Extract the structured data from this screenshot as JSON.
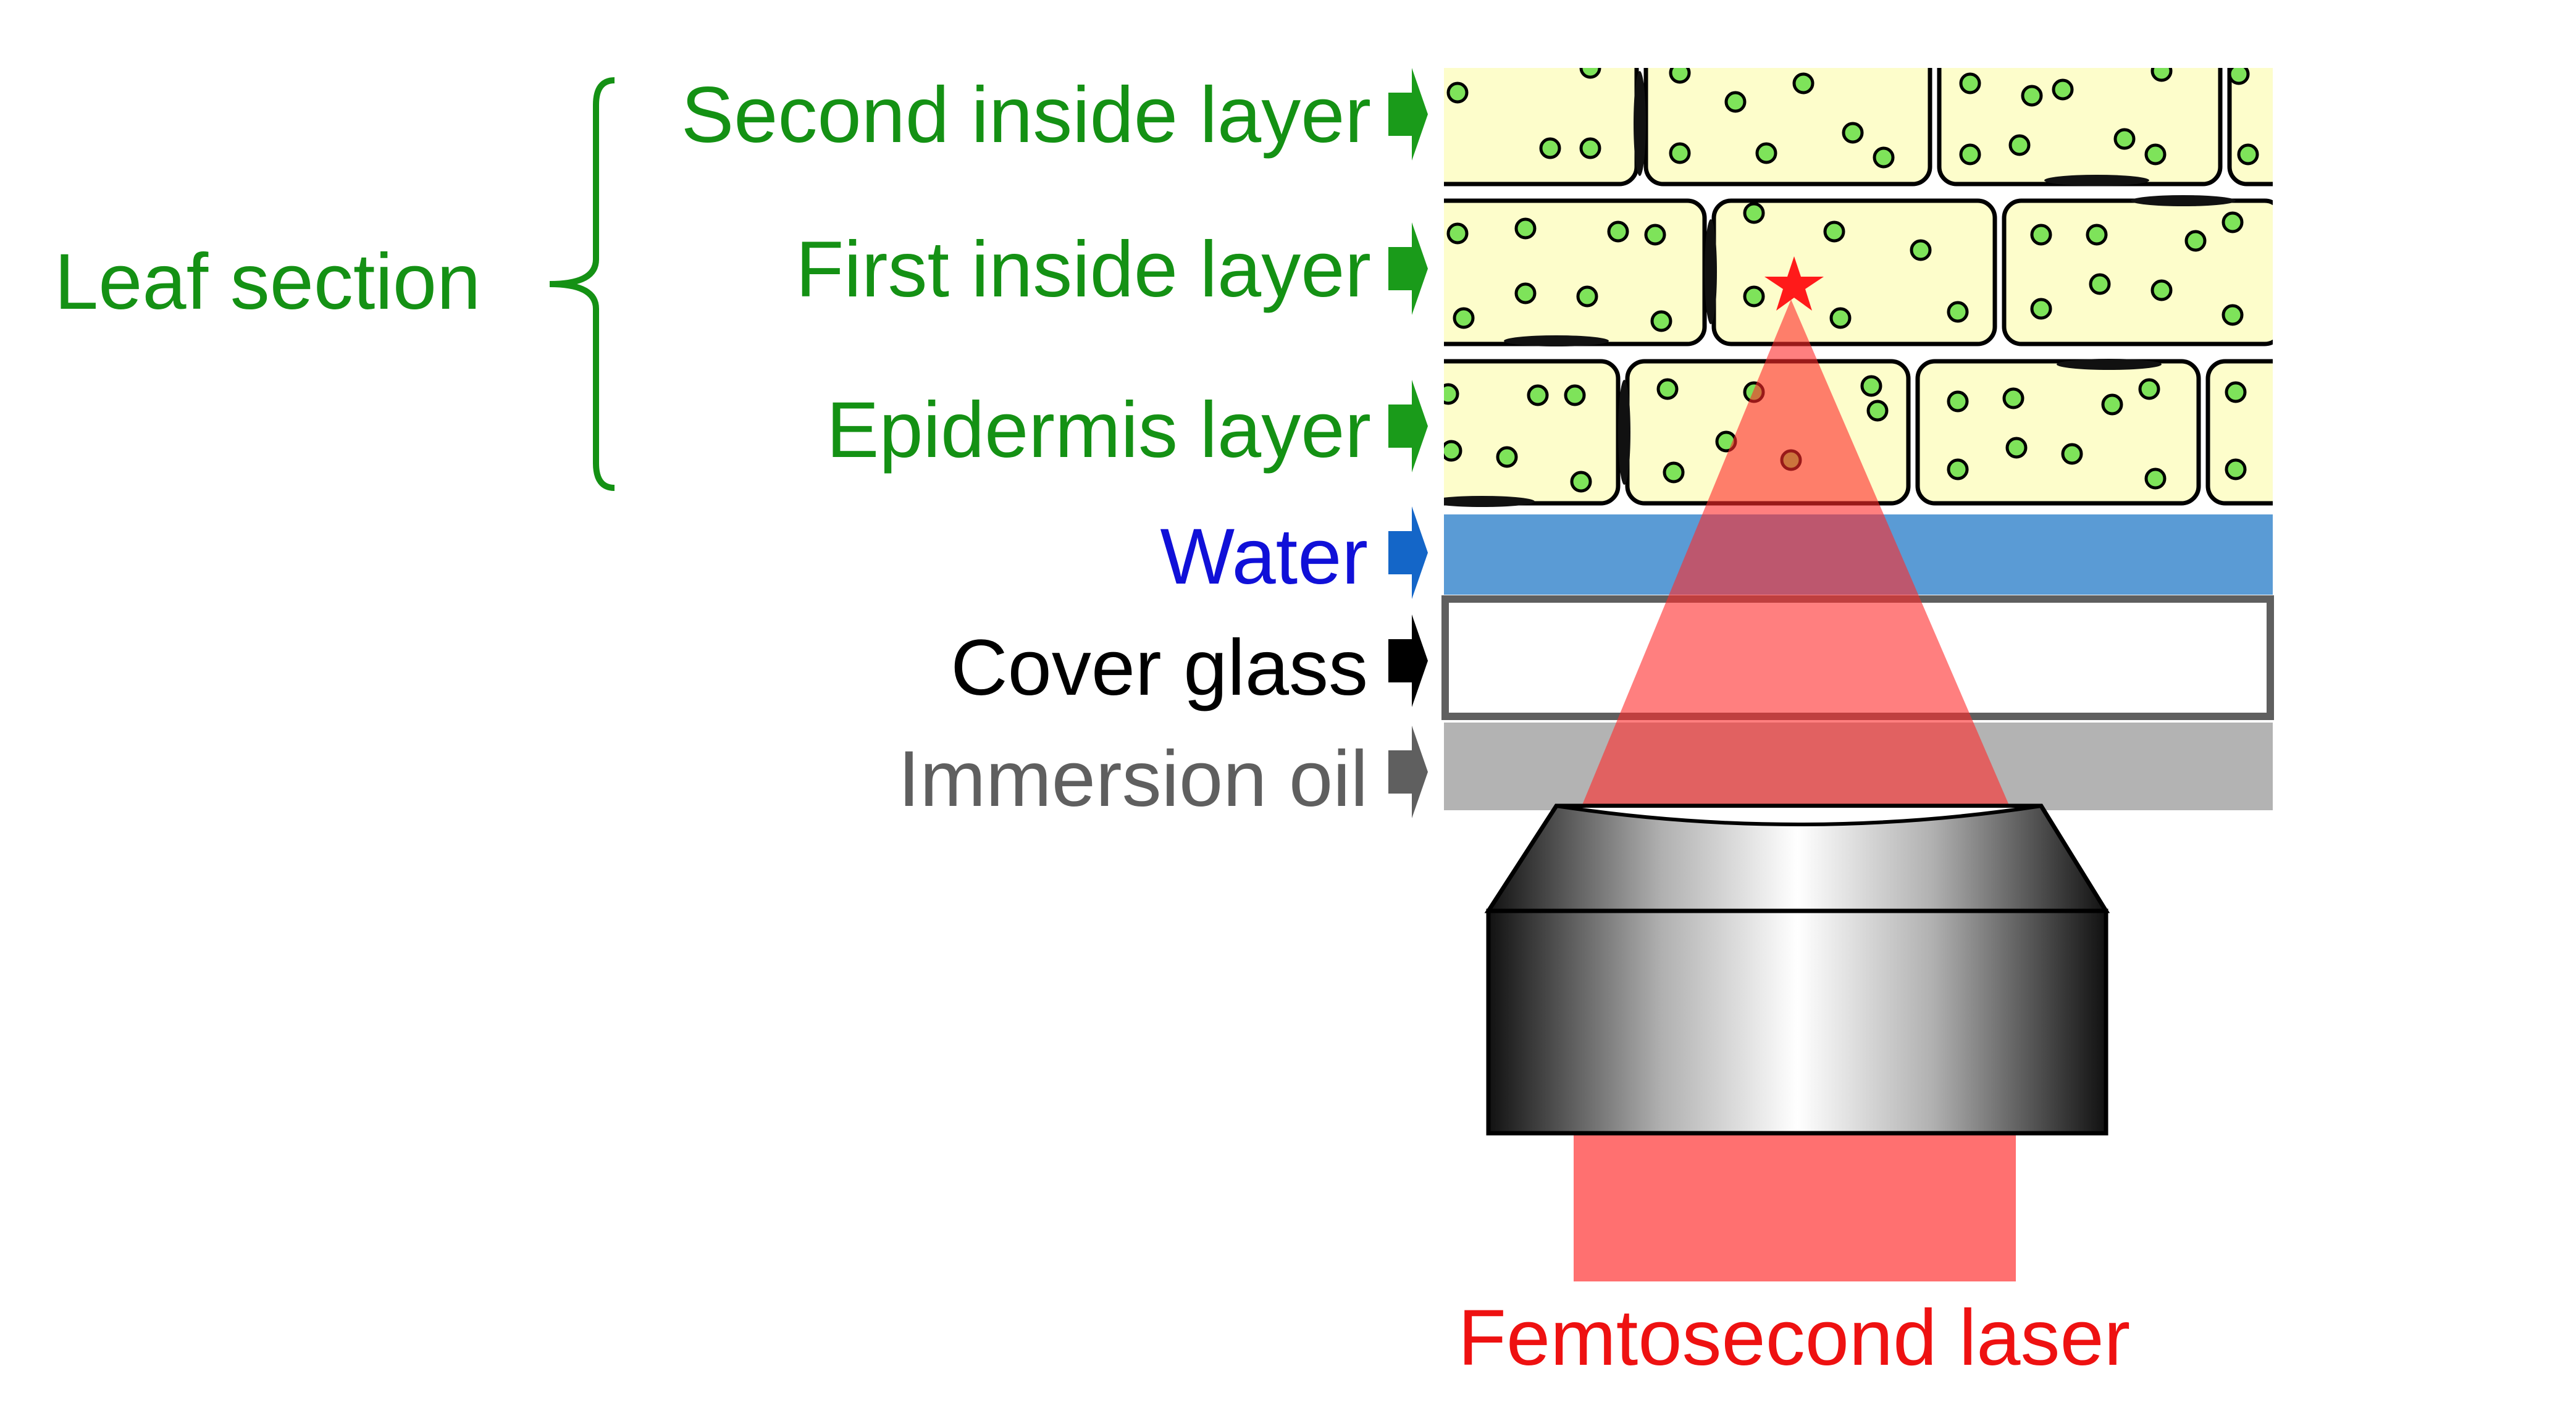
{
  "labels": {
    "leaf_section": "Leaf section",
    "second_inside_layer": "Second inside layer",
    "first_inside_layer": "First inside layer",
    "epidermis_layer": "Epidermis layer",
    "water": "Water",
    "cover_glass": "Cover glass",
    "immersion_oil": "Immersion oil",
    "femtosecond_laser": "Femtosecond laser"
  },
  "colors": {
    "leaf_text": "#149114",
    "water_text": "#1010d8",
    "cover_glass_text": "#000000",
    "immersion_oil_text": "#5f5f5f",
    "laser_text": "#ee1111",
    "cell_fill": "#fdfdcb",
    "chloroplast": "#7ee35a",
    "water_layer": "#5a9bd5",
    "oil_layer": "#b3b3b3",
    "laser_beam": "#ff6b6b",
    "focus_star": "#ff1a1a",
    "green_arrow": "#1a9b1a",
    "blue_arrow": "#1466c8"
  },
  "icons": [
    "focal-point-star-icon",
    "objective-lens-icon",
    "bracket-icon",
    "arrow-right-icon"
  ]
}
